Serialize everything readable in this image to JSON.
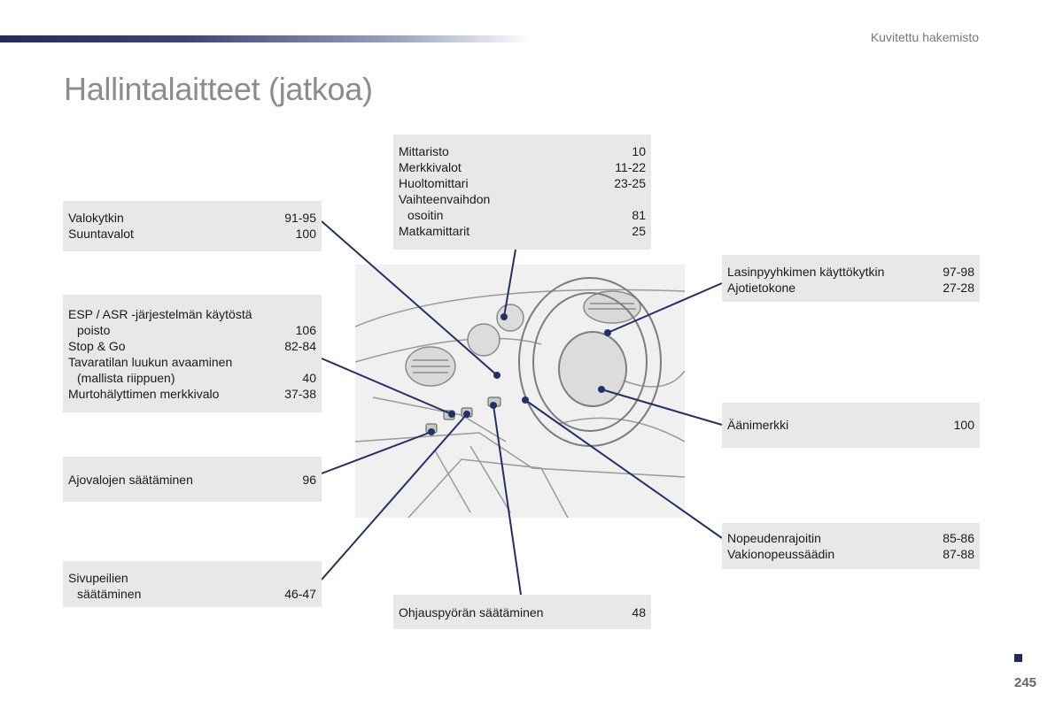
{
  "header": {
    "section_label": "Kuvitettu hakemisto",
    "title": "Hallintalaitteet (jatkoa)"
  },
  "boxes": {
    "instruments": [
      {
        "label": "Mittaristo",
        "page": "10"
      },
      {
        "label": "Merkkivalot",
        "page": "11-22"
      },
      {
        "label": "Huoltomittari",
        "page": "23-25"
      },
      {
        "label": "Vaihteenvaihdon",
        "label2": "osoitin",
        "page": "81"
      },
      {
        "label": "Matkamittarit",
        "page": "25"
      }
    ],
    "lights": [
      {
        "label": "Valokytkin",
        "page": "91-95"
      },
      {
        "label": "Suuntavalot",
        "page": "100"
      }
    ],
    "esp": [
      {
        "label": "ESP / ASR -järjestelmän käytöstä",
        "label2": "poisto",
        "page": "106"
      },
      {
        "label": "Stop & Go",
        "page": "82-84"
      },
      {
        "label": "Tavaratilan luukun avaaminen",
        "label2": "(mallista riippuen)",
        "page": "40"
      },
      {
        "label": "Murtohälyttimen merkkivalo",
        "page": "37-38"
      }
    ],
    "headlamp": [
      {
        "label": "Ajovalojen säätäminen",
        "page": "96"
      }
    ],
    "mirrors": [
      {
        "label": "Sivupeilien",
        "label2": "säätäminen",
        "page": "46-47"
      }
    ],
    "steering": [
      {
        "label": "Ohjauspyörän säätäminen",
        "page": "48"
      }
    ],
    "wipers": [
      {
        "label": "Lasinpyyhkimen käyttökytkin",
        "page": "97-98"
      },
      {
        "label": "Ajotietokone",
        "page": "27-28"
      }
    ],
    "horn": [
      {
        "label": "Äänimerkki",
        "page": "100"
      }
    ],
    "speed": [
      {
        "label": "Nopeudenrajoitin",
        "page": "85-86"
      },
      {
        "label": "Vakionopeussäädin",
        "page": "87-88"
      }
    ]
  },
  "page_number": "245",
  "colors": {
    "accent": "#232a5c",
    "box_bg": "#e8e8e8",
    "title": "#8c8c8c"
  }
}
